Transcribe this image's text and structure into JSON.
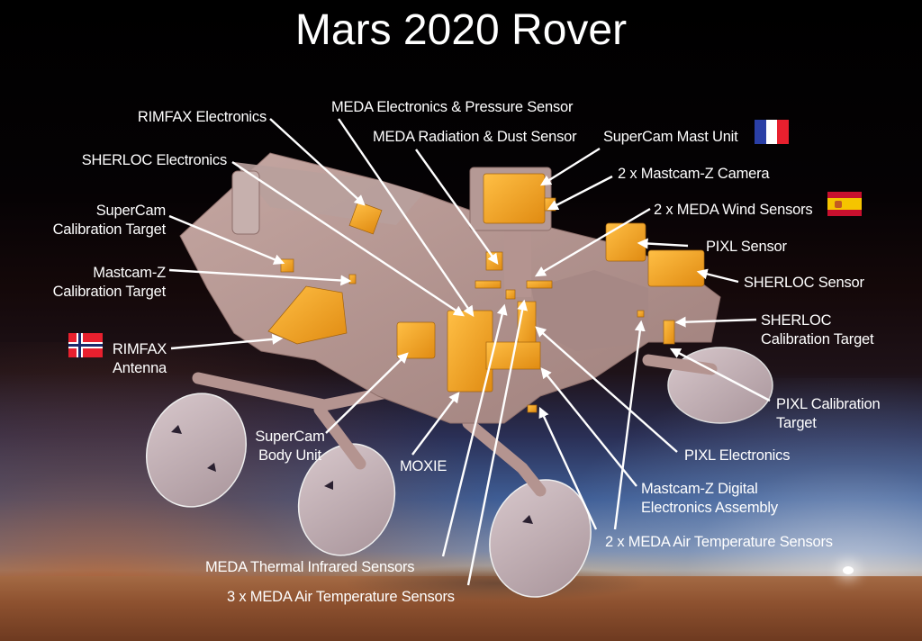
{
  "title": "Mars 2020 Rover",
  "colors": {
    "instrument_highlight": "#f2a42c",
    "rover_body": "#b49490",
    "label_text": "#ffffff",
    "leader_line": "#ffffff",
    "sky_top": "#000000",
    "sky_horizon": "#3f5e96",
    "ground": "#9a5a34"
  },
  "labels": {
    "rimfax_electronics": "RIMFAX Electronics",
    "sherloc_electronics": "SHERLOC Electronics",
    "supercam_calibration_target": [
      "SuperCam",
      "Calibration Target"
    ],
    "mastcamz_calibration_target": [
      "Mastcam-Z",
      "Calibration Target"
    ],
    "rimfax_antenna": [
      "RIMFAX",
      "Antenna"
    ],
    "supercam_body_unit": [
      "SuperCam",
      "Body Unit"
    ],
    "moxie": "MOXIE",
    "meda_thermal_infrared": "MEDA Thermal Infrared Sensors",
    "meda_air_temp_3x": "3 x MEDA Air Temperature Sensors",
    "meda_electronics_pressure": "MEDA Electronics & Pressure Sensor",
    "meda_radiation_dust": "MEDA Radiation & Dust Sensor",
    "supercam_mast_unit": "SuperCam Mast Unit",
    "mastcamz_camera": "2 x Mastcam-Z Camera",
    "meda_wind_sensors": "2 x MEDA Wind Sensors",
    "pixl_sensor": "PIXL Sensor",
    "sherloc_sensor": "SHERLOC Sensor",
    "sherloc_calibration_target": [
      "SHERLOC",
      "Calibration Target"
    ],
    "pixl_calibration_target": [
      "PIXL Calibration",
      "Target"
    ],
    "pixl_electronics": "PIXL Electronics",
    "mastcamz_dea": [
      "Mastcam-Z Digital",
      "Electronics Assembly"
    ],
    "meda_air_temp_2x": "2 x MEDA Air Temperature Sensors"
  },
  "flags": {
    "france": {
      "country": "France",
      "colors": [
        "#2a3fa6",
        "#ffffff",
        "#e8202e"
      ],
      "attached_to": "SuperCam Mast Unit"
    },
    "spain": {
      "country": "Spain",
      "colors": [
        "#c8102e",
        "#f5c400",
        "#c8102e"
      ],
      "attached_to": "2 x MEDA Wind Sensors"
    },
    "norway": {
      "country": "Norway",
      "colors": [
        "#e8202e",
        "#ffffff",
        "#1a2a6c"
      ],
      "attached_to": "RIMFAX Antenna"
    }
  }
}
